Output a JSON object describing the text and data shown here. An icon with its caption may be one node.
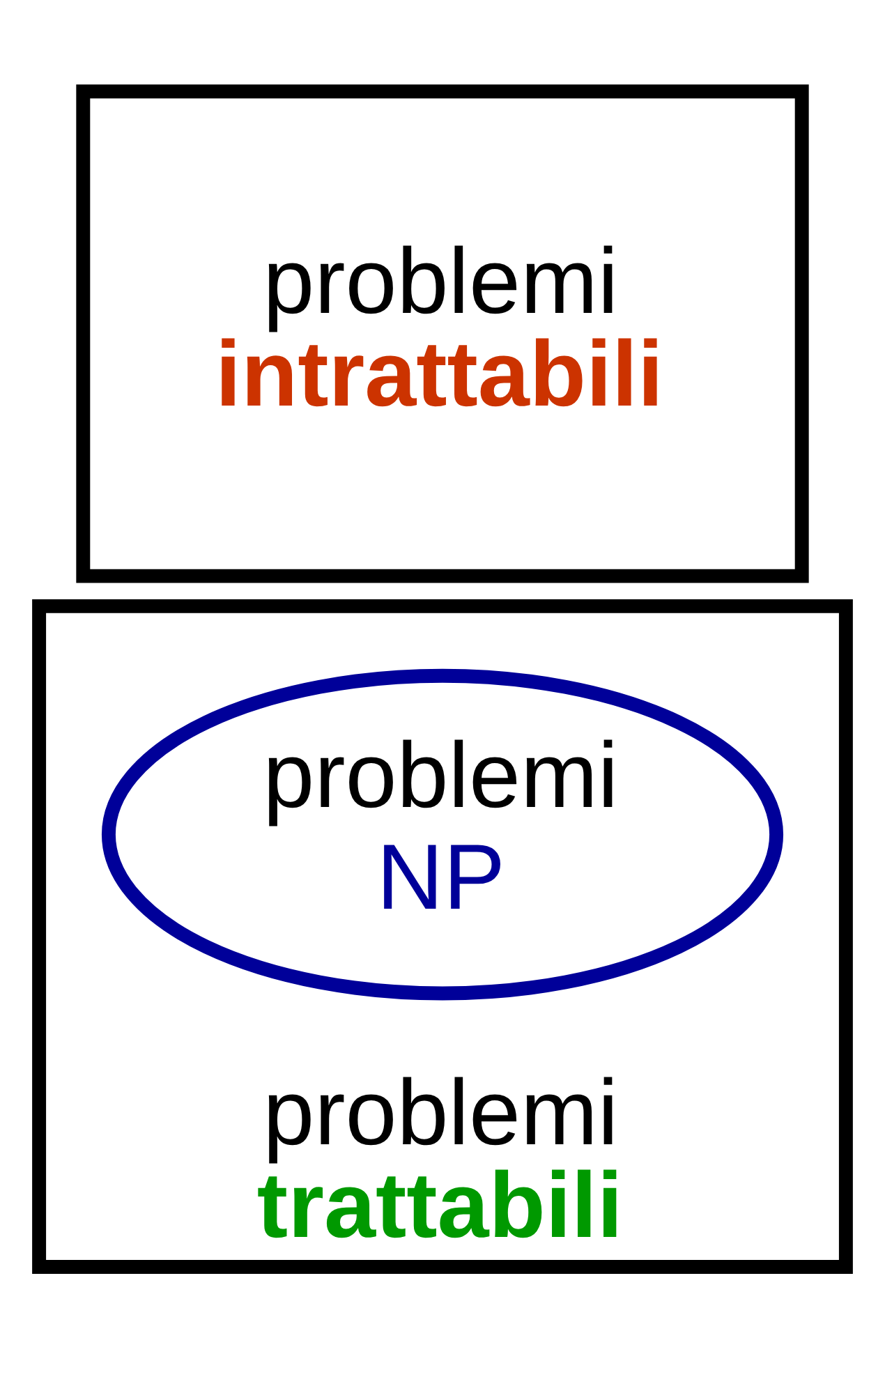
{
  "diagram": {
    "nodes": [
      {
        "text": [
          "problemi",
          "intrattabili"
        ]
      },
      {
        "text": [
          "problemi",
          "trattabili"
        ]
      },
      {
        "text": [
          "problemi",
          "NP"
        ],
        "in": 1
      }
    ],
    "edges": []
  }
}
